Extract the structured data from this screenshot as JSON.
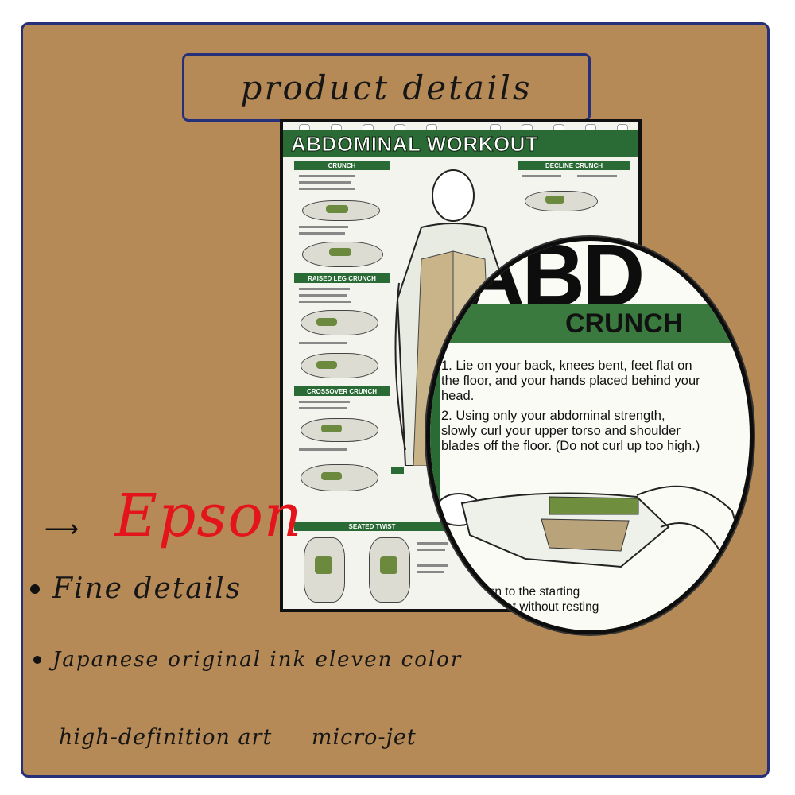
{
  "colors": {
    "panel": "#b58a56",
    "border": "#26307a",
    "poster_green": "#2a6a35",
    "brand_red": "#e3141b"
  },
  "header": {
    "title": "product details"
  },
  "poster": {
    "title": "ABDOMINAL WORKOUT",
    "sections": {
      "crunch": "CRUNCH",
      "decline": "DECLINE CRUNCH",
      "raised_leg": "RAISED LEG CRUNCH",
      "crossover": "CROSSOVER CRUNCH",
      "seated_twist": "SEATED TWIST"
    }
  },
  "zoom": {
    "heading": "CRUNCH",
    "partial_heading": "ABD",
    "steps": [
      "1. Lie on your back, knees bent, feet flat on the floor, and your hands placed behind your head.",
      "2. Using only your abdominal strength, slowly curl your upper torso and shoulder blades off the floor. (Do not curl up too high.)"
    ],
    "return_line_1": "ly return to the starting",
    "return_line_2": "and repeat without resting"
  },
  "brand": {
    "arrow_icon": "arrow-right-icon",
    "name": "Epson"
  },
  "features": {
    "fine_details": "Fine details",
    "ink": "Japanese original ink eleven color"
  },
  "footer": {
    "left": "high-definition art",
    "right": "micro-jet"
  }
}
